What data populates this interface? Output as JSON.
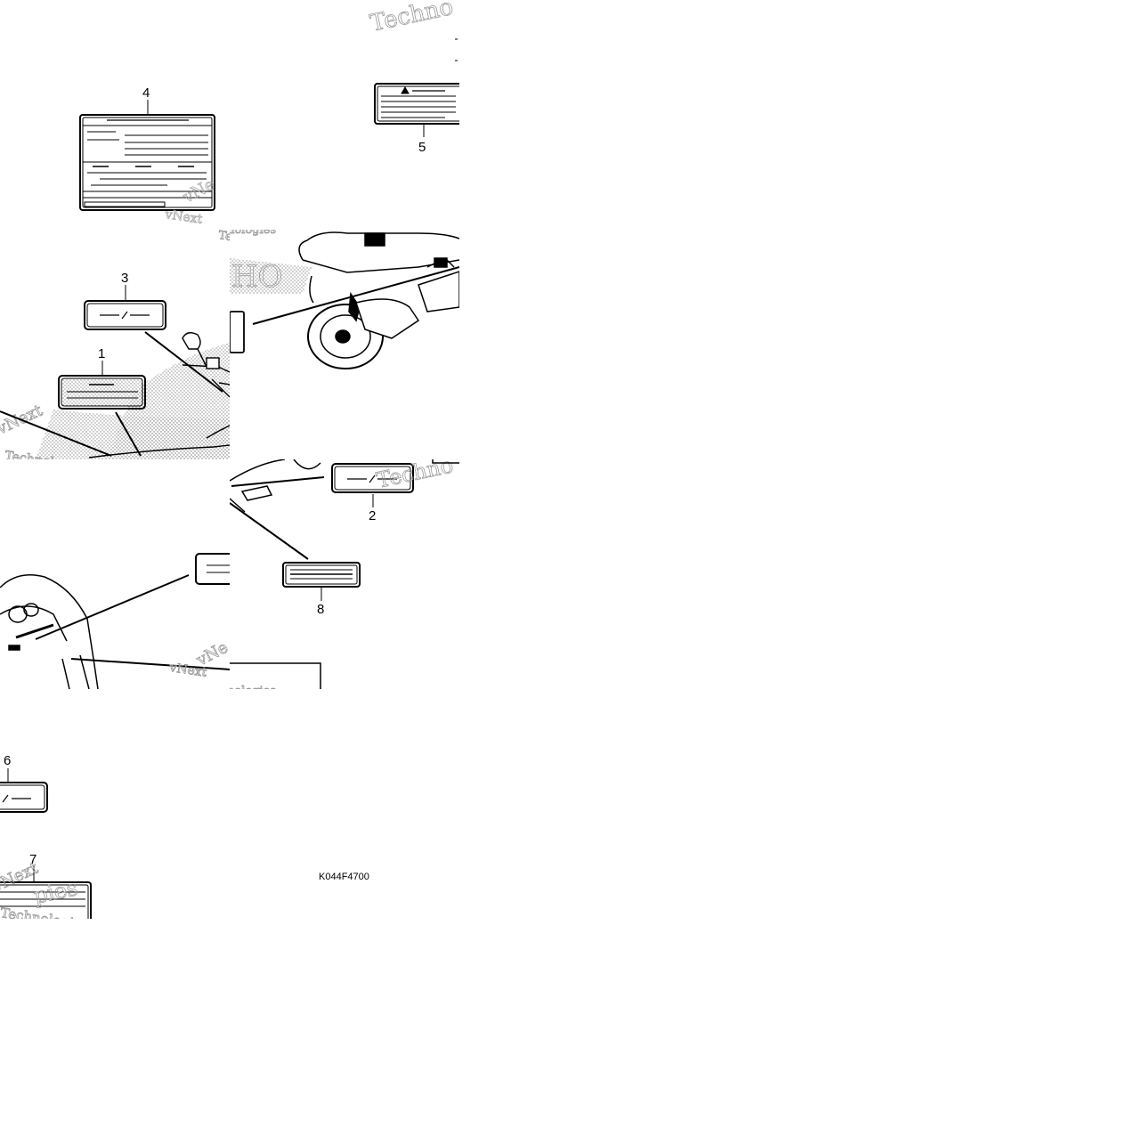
{
  "diagram": {
    "code": "K044F4700",
    "watermark": {
      "line1": "vNext",
      "line2": "Technologies",
      "fragment": "Techno"
    },
    "callouts": [
      {
        "id": "4",
        "label": "4"
      },
      {
        "id": "5",
        "label": "5"
      },
      {
        "id": "3",
        "label": "3"
      },
      {
        "id": "1",
        "label": "1"
      },
      {
        "id": "2",
        "label": "2"
      },
      {
        "id": "8",
        "label": "8"
      },
      {
        "id": "6",
        "label": "6"
      },
      {
        "id": "7",
        "label": "7"
      }
    ],
    "colors": {
      "line": "#000000",
      "dots": "#9a9a9a",
      "watermark": "#9a9a9a"
    }
  }
}
